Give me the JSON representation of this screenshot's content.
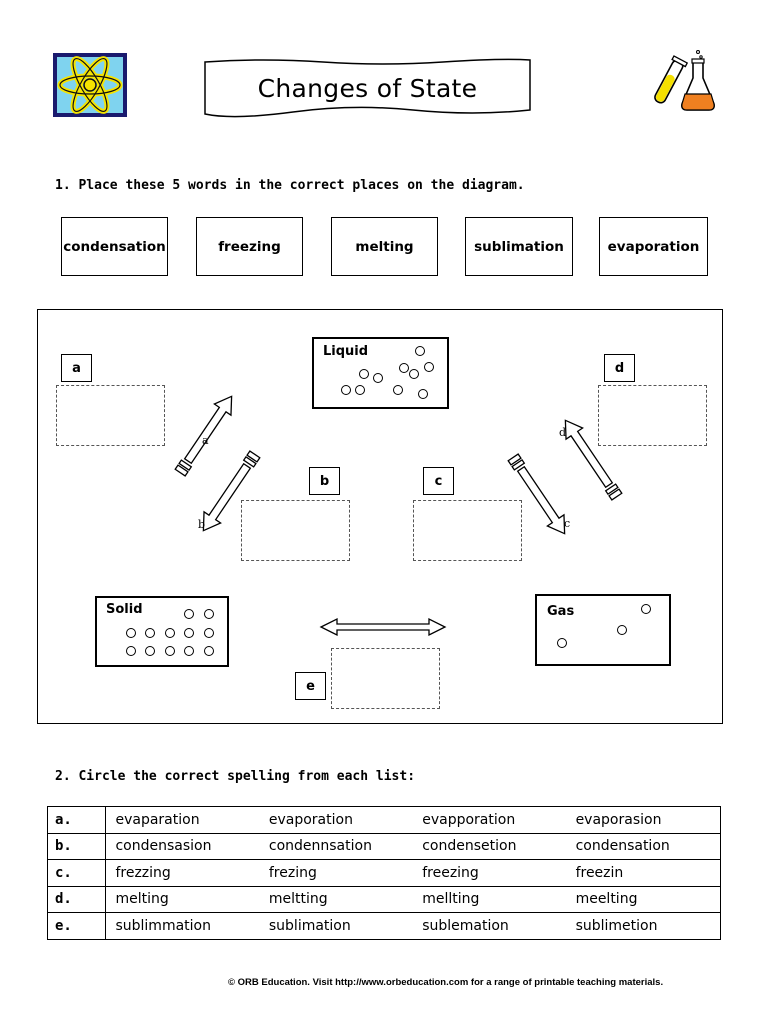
{
  "title": "Changes of State",
  "question1": "1. Place these 5 words in the correct places on the diagram.",
  "words": [
    "condensation",
    "freezing",
    "melting",
    "sublimation",
    "evaporation"
  ],
  "diagram": {
    "states": {
      "liquid": "Liquid",
      "solid": "Solid",
      "gas": "Gas"
    },
    "box_labels": {
      "a": "a",
      "b": "b",
      "c": "c",
      "d": "d",
      "e": "e"
    },
    "arrow_labels": {
      "a": "a",
      "b": "b",
      "c": "c",
      "d": "d"
    }
  },
  "question2": "2. Circle the correct spelling from each list:",
  "spelling": [
    {
      "letter": "a.",
      "options": [
        "evaparation",
        "evaporation",
        "evapporation",
        "evaporasion"
      ]
    },
    {
      "letter": "b.",
      "options": [
        "condensasion",
        "condennsation",
        "condensetion",
        "condensation"
      ]
    },
    {
      "letter": "c.",
      "options": [
        "frezzing",
        "frezing",
        "freezing",
        "freezin"
      ]
    },
    {
      "letter": "d.",
      "options": [
        "melting",
        "meltting",
        "mellting",
        "meelting"
      ]
    },
    {
      "letter": "e.",
      "options": [
        "sublimmation",
        "sublimation",
        "sublemation",
        "sublimetion"
      ]
    }
  ],
  "footer": "© ORB Education.   Visit http://www.orbeducation.com for a range of printable teaching materials.",
  "colors": {
    "atom_bg": "#7fd3ef",
    "atom_frame": "#1a1a6e",
    "atom_orbit": "#f5e400",
    "tube_fill": "#f5e000",
    "flask_fill": "#f08020"
  }
}
